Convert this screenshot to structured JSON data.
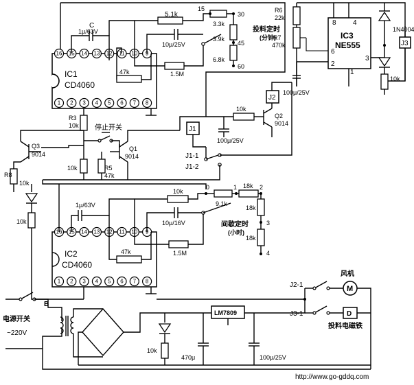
{
  "ic1": {
    "name": "IC1",
    "part": "CD4060",
    "pins_top": [
      "16",
      "15",
      "14",
      "13",
      "12",
      "11",
      "10",
      "9"
    ],
    "pins_bottom": [
      "1",
      "2",
      "3",
      "4",
      "5",
      "6",
      "7",
      "8"
    ]
  },
  "ic2": {
    "name": "IC2",
    "part": "CD4060",
    "pins_top": [
      "16",
      "15",
      "14",
      "13",
      "12",
      "11",
      "10",
      "9"
    ],
    "pins_bottom": [
      "1",
      "2",
      "3",
      "4",
      "5",
      "6",
      "7",
      "8"
    ]
  },
  "ic3": {
    "name": "IC3",
    "part": "NE555",
    "pin8": "8",
    "pin4": "4",
    "pin6": "6",
    "pin2": "2",
    "pin3": "3",
    "pin1": "1"
  },
  "top_section": {
    "cap_c_label": "C",
    "cap_c_value": "1μ/63V",
    "r_5k1": "5.1k",
    "r_47k": "47k",
    "r_1m5": "1.5M",
    "cap_10u25": "10μ/25V",
    "r_3k3": "3.3k",
    "r_3k9": "3.9k",
    "r_6k8": "6.8k",
    "tap_15": "15",
    "tap_30": "30",
    "tap_45": "45",
    "tap_60": "60",
    "timer_title": "投料定时",
    "timer_unit": "(分钟)"
  },
  "ne555_section": {
    "r6_label": "R6",
    "r6_value": "22k",
    "r7_label": "R7",
    "r7_value": "470k",
    "cap": "100μ/25V",
    "diode": "1N4004",
    "led_r": "10k",
    "relay": "J3"
  },
  "mid_section": {
    "r3_label": "R3",
    "r3_value": "10k",
    "stop_switch": "停止开关",
    "q1": "Q1",
    "q1_part": "9014",
    "q3": "Q3",
    "q3_part": "9014",
    "r_10k_a": "10k",
    "r5_label": "R5",
    "r5_value": "47k",
    "r8_label": "R8",
    "r8_value": "10k",
    "led_r": "10k",
    "j1": "J1",
    "j2": "J2",
    "j1_1": "J1-1",
    "j1_2": "J1-2",
    "r_10k_q2": "10k",
    "q2": "Q2",
    "q2_part": "9014",
    "cap_100u": "100μ/25V"
  },
  "lower_section": {
    "node_0": "0",
    "node_1": "1",
    "node_2": "2",
    "node_3": "3",
    "node_4": "4",
    "r_10k": "10k",
    "r_9k1": "9.1k",
    "r_18k_a": "18k",
    "r_18k_b": "18k",
    "r_18k_c": "18k",
    "cap_1u": "1μ/63V",
    "cap_10u16": "10μ/16V",
    "r_47k": "47k",
    "r_1m5": "1.5M",
    "timer_title": "间歇定时",
    "timer_unit": "(小时)"
  },
  "power_section": {
    "switch_label": "电源开关",
    "mains": "~220V",
    "transformer": "B",
    "regulator": "LM7809",
    "led_r": "10k",
    "cap1": "470μ",
    "cap2": "100μ/25V",
    "j2_1": "J2-1",
    "j3_1": "J3-1",
    "fan": "风机",
    "motor": "M",
    "solenoid_box": "D",
    "solenoid": "投料电磁铁"
  },
  "footer": {
    "url": "http://www.go-gddq.com"
  }
}
